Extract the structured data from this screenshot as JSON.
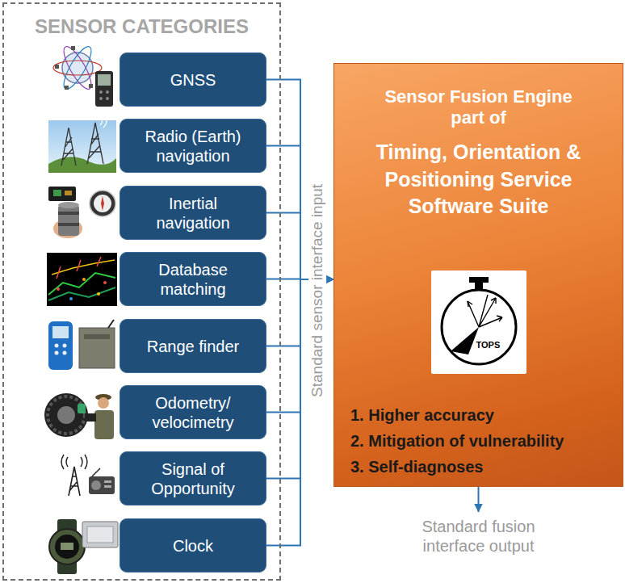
{
  "diagram": {
    "nodes": [
      {
        "text": [
          "SENSOR CATEGORIES"
        ]
      },
      {
        "text": [
          "GNSS"
        ],
        "in": 0
      },
      {
        "text": [
          "Radio (Earth) navigation"
        ],
        "in": 0
      },
      {
        "text": [
          "Inertial navigation"
        ],
        "in": 0
      },
      {
        "text": [
          "Database matching"
        ],
        "in": 0
      },
      {
        "text": [
          "Range finder"
        ],
        "in": 0
      },
      {
        "text": [
          "Odometry/ velocimetry"
        ],
        "in": 0
      },
      {
        "text": [
          "Signal of Opportunity"
        ],
        "in": 0
      },
      {
        "text": [
          "Clock"
        ],
        "in": 0
      },
      {
        "text": [
          "Sensor Fusion Engine part of",
          "Timing, Orientation & Positioning Service Software Suite",
          "1. Higher accuracy",
          "2. Mitigation of vulnerability",
          "3. Self-diagnoses"
        ]
      }
    ],
    "edges": [
      {
        "from": 1,
        "to": 9,
        "arrow": "to"
      },
      {
        "from": 2,
        "to": 9,
        "arrow": "to"
      },
      {
        "from": 3,
        "to": 9,
        "arrow": "to"
      },
      {
        "from": 4,
        "to": 9,
        "arrow": "to"
      },
      {
        "from": 5,
        "to": 9,
        "arrow": "to"
      },
      {
        "from": 6,
        "to": 9,
        "arrow": "to"
      },
      {
        "from": 7,
        "to": 9,
        "arrow": "to"
      },
      {
        "from": 8,
        "to": 9,
        "arrow": "to"
      }
    ],
    "labels": [
      "Standard sensor interface input",
      "TOPS",
      "Standard fusion interface output"
    ]
  }
}
